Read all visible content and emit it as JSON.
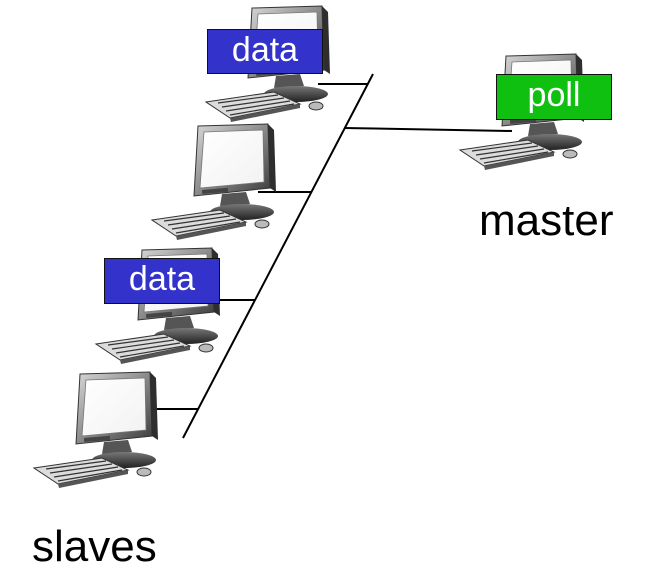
{
  "labels": {
    "master": "master",
    "slaves": "slaves"
  },
  "tags": {
    "data_top": "data",
    "data_mid": "data",
    "poll": "poll"
  },
  "colors": {
    "data_tag": "#3333cc",
    "poll_tag": "#10c010",
    "bus_line": "#000000"
  },
  "icons": {
    "computer": "desktop-computer-icon"
  }
}
